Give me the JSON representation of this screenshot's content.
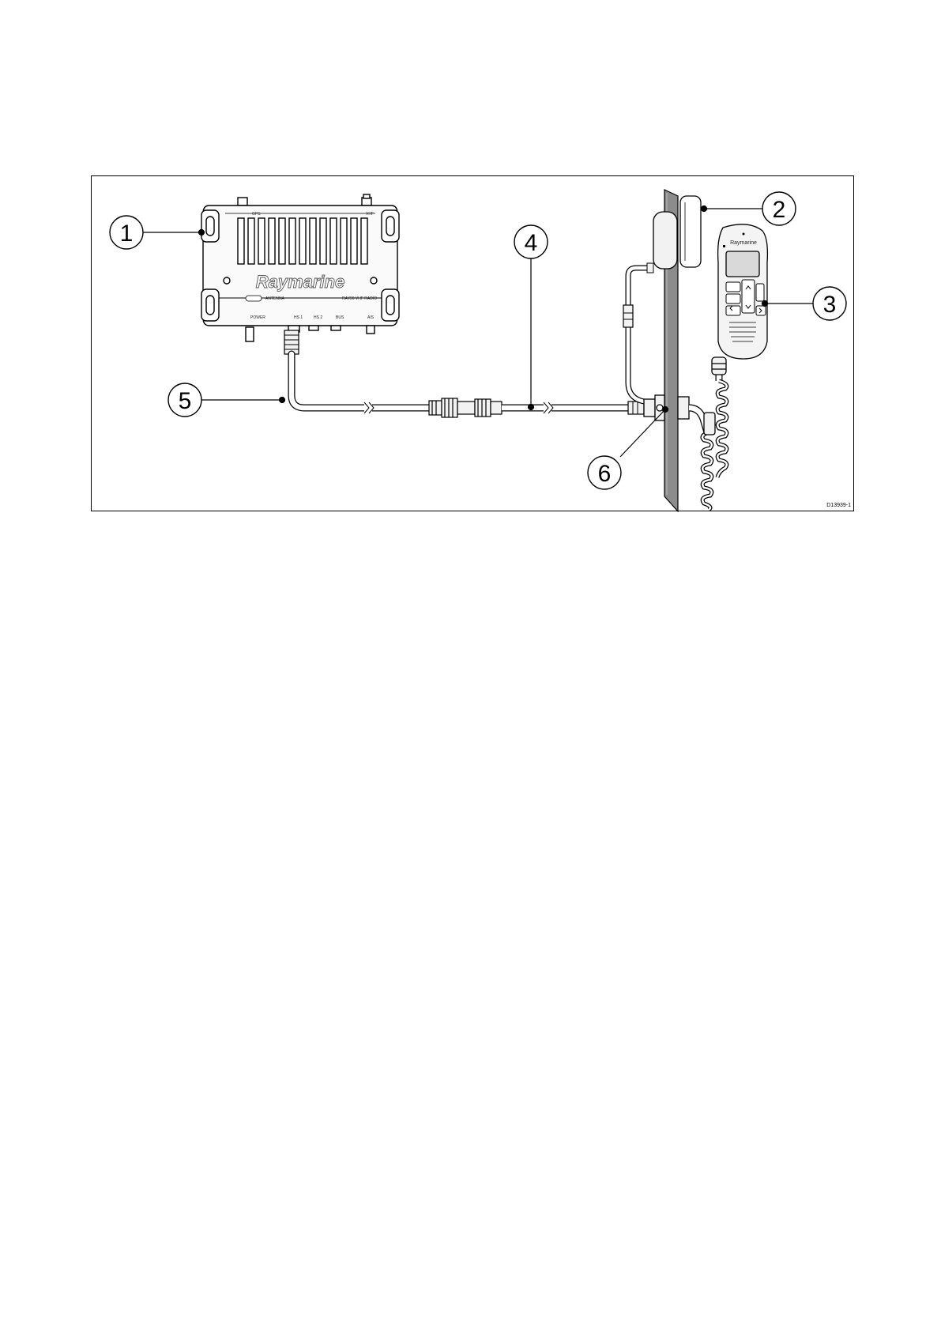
{
  "figure": {
    "drawing_id": "D13939-1",
    "brand": "Raymarine",
    "unit_labels": {
      "gps": "GPS",
      "vhf": "VHF",
      "antenna": "ANTENNA",
      "model": "RAY90 VHF RADIO",
      "power": "POWER",
      "hs1": "HS 1",
      "hs2": "HS 2",
      "bus": "BUS",
      "ais": "AIS"
    },
    "callouts": [
      {
        "number": "1",
        "component": "black-box-radio-unit"
      },
      {
        "number": "2",
        "component": "speaker"
      },
      {
        "number": "3",
        "component": "wired-handset"
      },
      {
        "number": "4",
        "component": "extension-cable"
      },
      {
        "number": "5",
        "component": "handset-connection-cable"
      },
      {
        "number": "6",
        "component": "panel-mount-connector"
      }
    ]
  },
  "colors": {
    "line": "#000000",
    "cable": "#ffffff",
    "body": "#f2f2f2",
    "panel": "#8c8c8c",
    "screen": "#d9d9d9"
  }
}
